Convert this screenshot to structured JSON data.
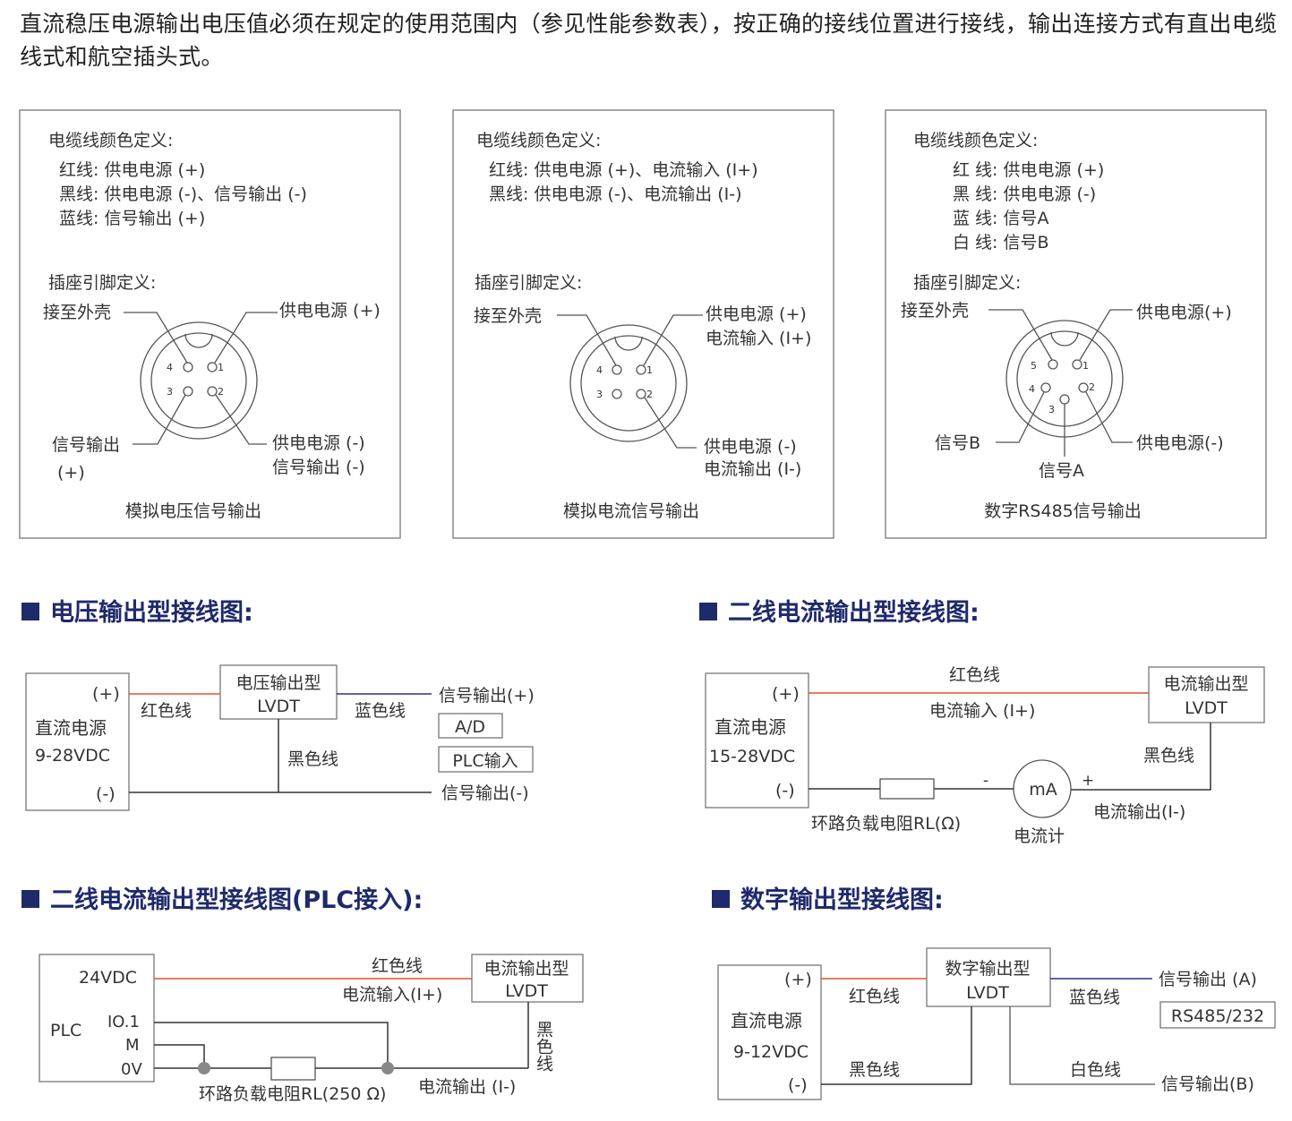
{
  "intro": "直流稳压电源输出电压值必须在规定的使用范围内（参见性能参数表），按正确的接线位置进行接线，输出连接方式有直出电缆线式和航空插头式。",
  "colors": {
    "red_wire": "#e0522d",
    "blue_wire": "#2b2f8f",
    "black_wire": "#333333",
    "heading": "#1f2a6b",
    "box": "#777777"
  },
  "panels": [
    {
      "cable_title": "电缆线颜色定义:",
      "cable_lines": [
        "红线: 供电电源 (+)",
        "黑线: 供电电源 (-)、信号输出 (-)",
        "蓝线: 信号输出 (+)"
      ],
      "pin_title": "插座引脚定义:",
      "pin_shell": "接至外壳",
      "pin_tr": [
        "供电电源 (+)"
      ],
      "pin_br": [
        "供电电源 (-)",
        "信号输出 (-)"
      ],
      "pin_bl": [
        "信号输出",
        "(+)"
      ],
      "pin_numbers": [
        "4",
        "1",
        "3",
        "2"
      ],
      "caption": "模拟电压信号输出"
    },
    {
      "cable_title": "电缆线颜色定义:",
      "cable_lines": [
        "红线: 供电电源 (+)、电流输入 (I+)",
        "黑线: 供电电源 (-)、电流输出 (I-)"
      ],
      "pin_title": "插座引脚定义:",
      "pin_shell": "接至外壳",
      "pin_tr": [
        "供电电源 (+)",
        "电流输入 (I+)"
      ],
      "pin_br": [
        "供电电源 (-)",
        "电流输出 (I-)"
      ],
      "pin_numbers": [
        "4",
        "1",
        "3",
        "2"
      ],
      "caption": "模拟电流信号输出"
    },
    {
      "cable_title": "电缆线颜色定义:",
      "cable_lines": [
        "红 线: 供电电源 (+)",
        "黑 线: 供电电源 (-)",
        "蓝 线: 信号A",
        "白 线: 信号B"
      ],
      "pin_title": "插座引脚定义:",
      "pin_shell": "接至外壳",
      "pin_tr": [
        "供电电源(+)"
      ],
      "pin_br": [
        "供电电源(-)"
      ],
      "pin_bl": [
        "信号B"
      ],
      "pin_bottom": "信号A",
      "pin_numbers": [
        "5",
        "1",
        "4",
        "2",
        "3"
      ],
      "caption": "数字RS485信号输出"
    }
  ],
  "sections": {
    "voltage": {
      "title": "电压输出型接线图:",
      "source_plus": "(+)",
      "source_name": "直流电源",
      "source_range": "9-28VDC",
      "source_minus": "(-)",
      "red_label": "红色线",
      "lvdt_line1": "电压输出型",
      "lvdt_line2": "LVDT",
      "blue_label": "蓝色线",
      "black_label": "黑色线",
      "signal_plus": "信号输出(+)",
      "ad_box": "A/D",
      "plc_box": "PLC输入",
      "signal_minus": "信号输出(-)"
    },
    "current": {
      "title": "二线电流输出型接线图:",
      "source_plus": "(+)",
      "source_name": "直流电源",
      "source_range": "15-28VDC",
      "source_minus": "(-)",
      "red_label": "红色线",
      "current_in": "电流输入 (I+)",
      "lvdt_line1": "电流输出型",
      "lvdt_line2": "LVDT",
      "black_label": "黑色线",
      "minus_sign": "-",
      "plus_sign": "+",
      "meter": "mA",
      "meter_name": "电流计",
      "resistor": "环路负载电阻RL(Ω)",
      "current_out": "电流输出(I-)"
    },
    "plc": {
      "title": "二线电流输出型接线图(PLC接入):",
      "vdc": "24VDC",
      "plc": "PLC",
      "io": "IO.1",
      "m": "M",
      "ov": "0V",
      "red_label": "红色线",
      "current_in": "电流输入(I+)",
      "lvdt_line1": "电流输出型",
      "lvdt_line2": "LVDT",
      "black_label": "黑色线",
      "resistor": "环路负载电阻RL(250 Ω)",
      "current_out": "电流输出 (I-)"
    },
    "digital": {
      "title": "数字输出型接线图:",
      "source_plus": "(+)",
      "source_name": "直流电源",
      "source_range": "9-12VDC",
      "source_minus": "(-)",
      "red_label": "红色线",
      "black_label": "黑色线",
      "lvdt_line1": "数字输出型",
      "lvdt_line2": "LVDT",
      "blue_label": "蓝色线",
      "white_label": "白色线",
      "signal_a": "信号输出 (A)",
      "rs_box": "RS485/232",
      "signal_b": "信号输出(B)"
    }
  }
}
